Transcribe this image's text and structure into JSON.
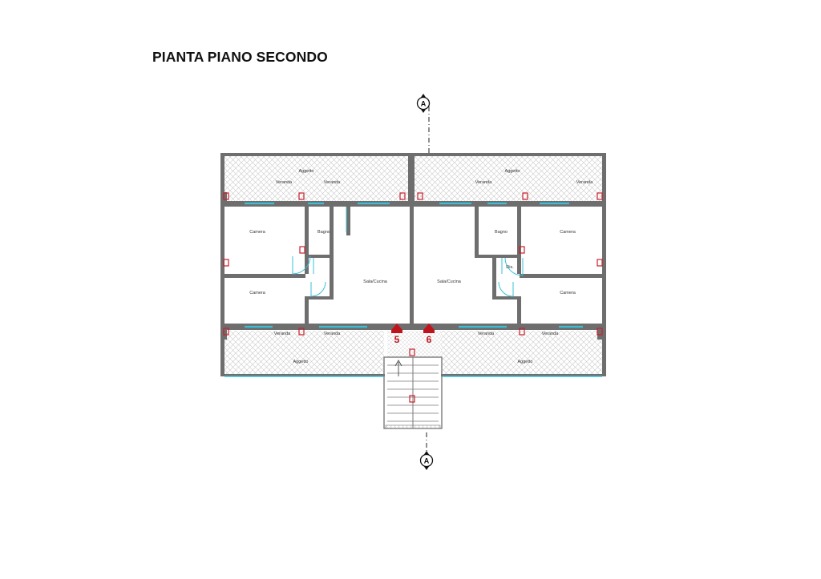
{
  "title": "PIANTA PIANO SECONDO",
  "section_marker": "A",
  "labels": {
    "aggetto": "Aggetto",
    "veranda": "Veranda",
    "camera": "Camera",
    "bagno": "Bagno",
    "sala_cucina": "Sala/Cucina",
    "dis": "Dis."
  },
  "entries": [
    "5",
    "6"
  ],
  "colors": {
    "wall": "#6e6e6e",
    "window": "#38c0d8",
    "column": "#c8202a",
    "entry_marker": "#c0141c",
    "hatch": "#c8c8c8"
  }
}
